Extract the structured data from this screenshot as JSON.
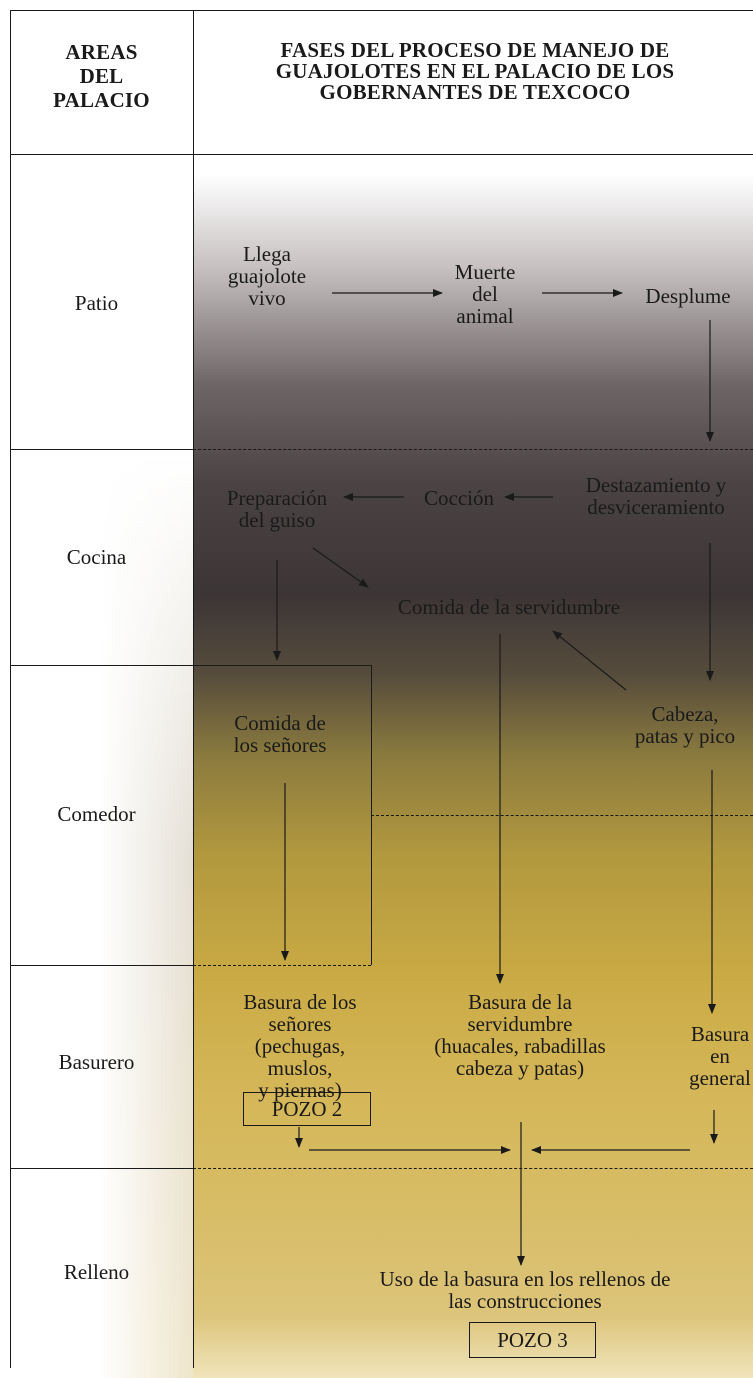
{
  "header": {
    "areas_title": "AREAS\nDEL\nPALACIO",
    "phases_title": "FASES DEL PROCESO DE MANEJO DE\nGUAJOLOTES EN EL PALACIO DE LOS\nGOBERNANTES DE TEXCOCO"
  },
  "areas": {
    "patio": "Patio",
    "cocina": "Cocina",
    "comedor": "Comedor",
    "basurero": "Basurero",
    "relleno": "Relleno"
  },
  "steps": {
    "llega": "Llega\nguajolote\nvivo",
    "muerte": "Muerte\ndel\nanimal",
    "desplume": "Desplume",
    "destazamiento": "Destazamiento y\ndesviceramiento",
    "coccion": "Cocción",
    "preparacion": "Preparación\ndel guiso",
    "comida_servidumbre": "Comida de la servidumbre",
    "cabeza": "Cabeza,\npatas y pico",
    "comida_senores": "Comida de\nlos señores",
    "basura_senores": "Basura de los\nseñores\n(pechugas, muslos,\ny piernas)",
    "basura_servidumbre": "Basura de la\nservidumbre\n(huacales, rabadillas\ncabeza y patas)",
    "basura_general": "Basura\nen\ngeneral",
    "uso_basura": "Uso de la basura en los rellenos de\nlas construcciones"
  },
  "boxes": {
    "pozo2": "POZO 2",
    "pozo3": "POZO 3"
  }
}
